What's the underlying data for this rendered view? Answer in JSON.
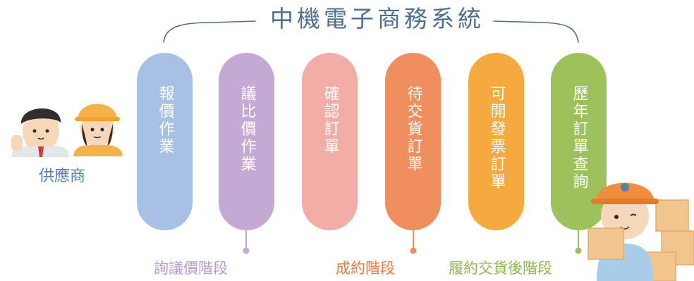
{
  "title": "中機電子商務系統",
  "supplier": {
    "label": "供應商"
  },
  "steps": [
    {
      "label": "報價作業",
      "color": "#a7c0e4"
    },
    {
      "label": "議比價作業",
      "color": "#c4a9d5"
    },
    {
      "label": "確認訂單",
      "color": "#f2aea6"
    },
    {
      "label": "待交貨訂單",
      "color": "#f08e5e"
    },
    {
      "label": "可開發票訂單",
      "color": "#f5a93f"
    },
    {
      "label": "歷年訂單查詢",
      "color": "#9dc15b"
    }
  ],
  "phases": [
    {
      "label": "詢議價階段",
      "color": "#b99ad0"
    },
    {
      "label": "成約階段",
      "color": "#ee7a43"
    },
    {
      "label": "履約交貨後階段",
      "color": "#8cb949"
    }
  ]
}
